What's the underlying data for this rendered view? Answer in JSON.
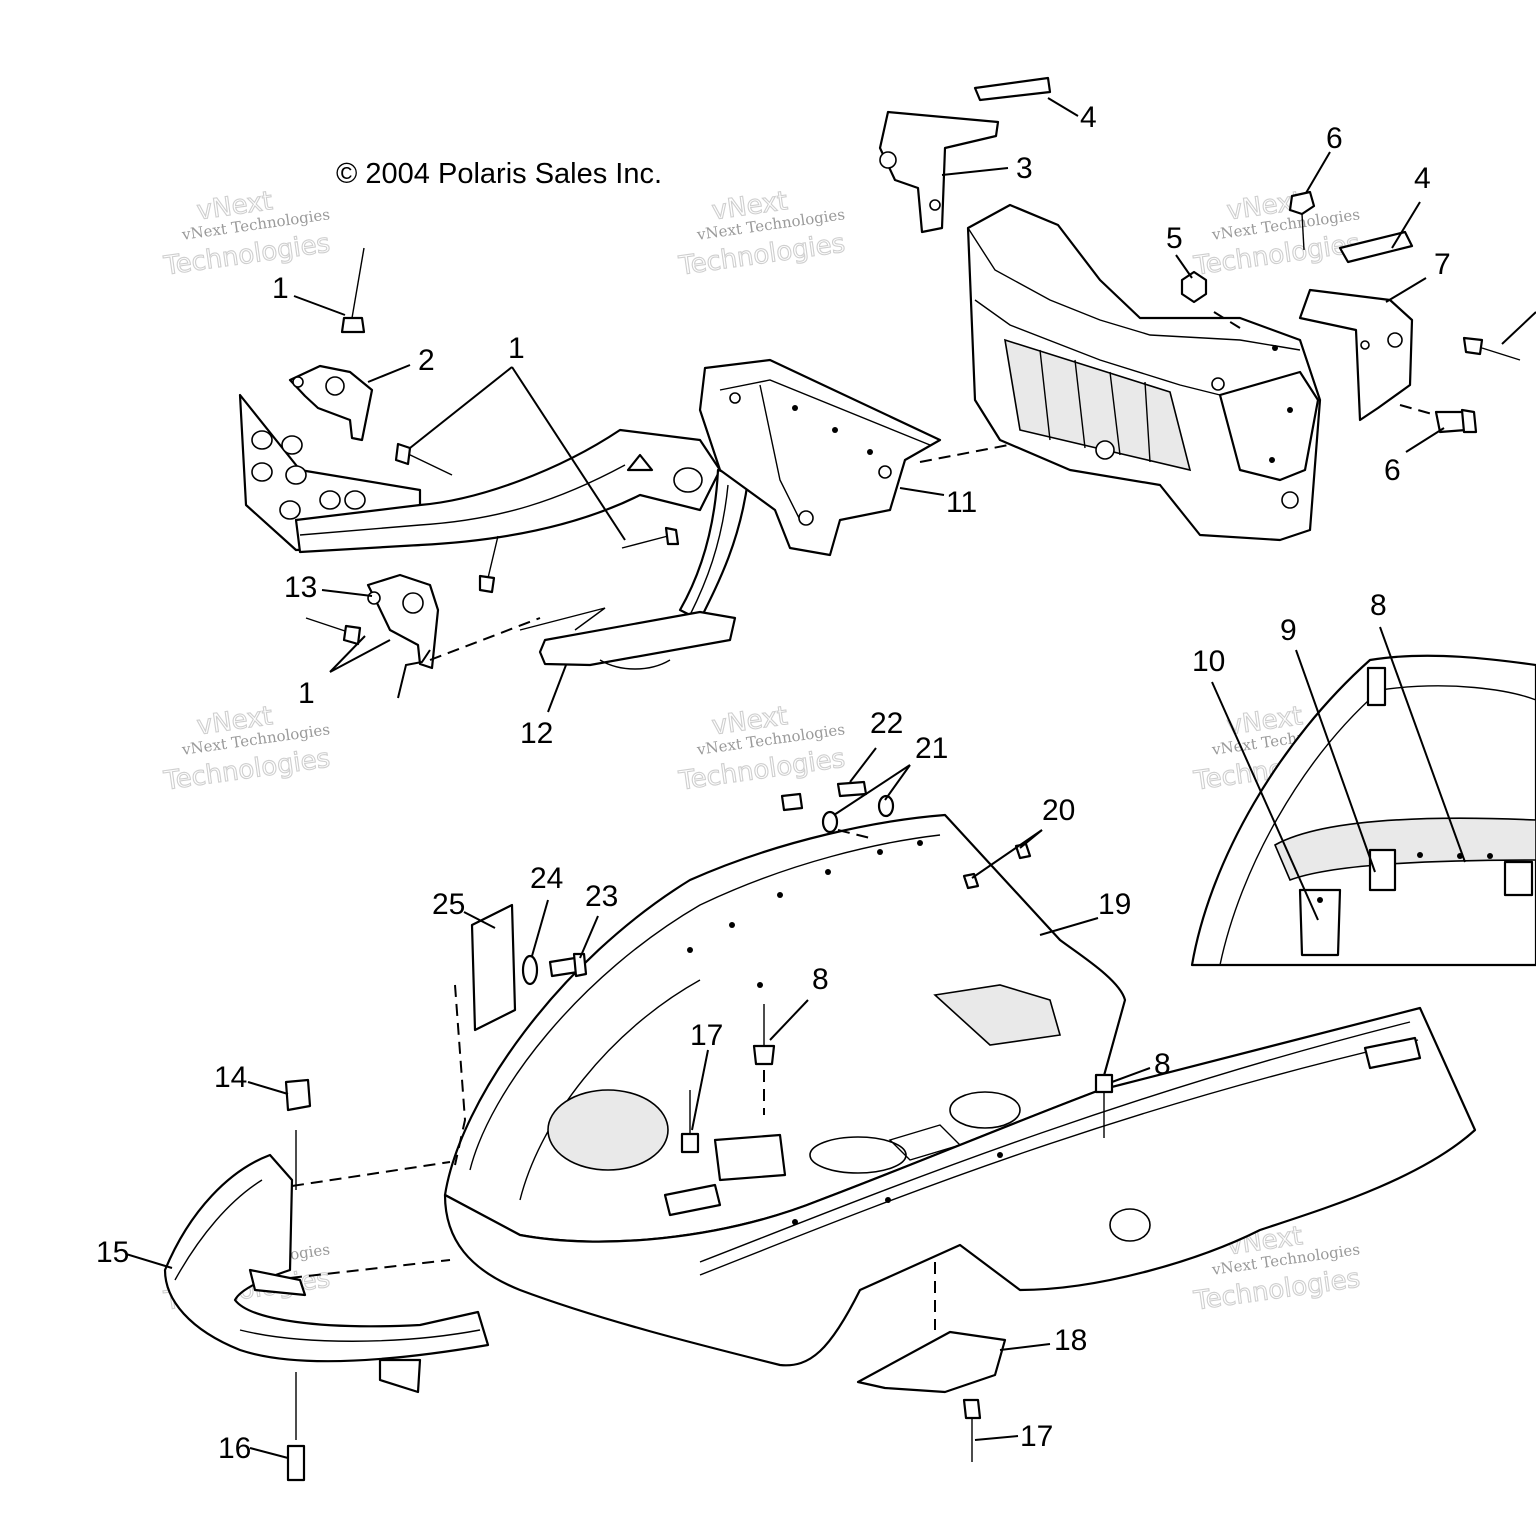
{
  "copyright": "© 2004 Polaris Sales Inc.",
  "watermark": {
    "line_small": "vNext Technologies",
    "line_large_1": "vNext",
    "line_large_2": "Technologies"
  },
  "callouts": [
    "1",
    "2",
    "1",
    "13",
    "1",
    "12",
    "11",
    "3",
    "4",
    "5",
    "6",
    "4",
    "7",
    "6",
    "10",
    "9",
    "8",
    "22",
    "21",
    "20",
    "19",
    "25",
    "24",
    "23",
    "8",
    "17",
    "8",
    "14",
    "15",
    "16",
    "18",
    "17"
  ]
}
